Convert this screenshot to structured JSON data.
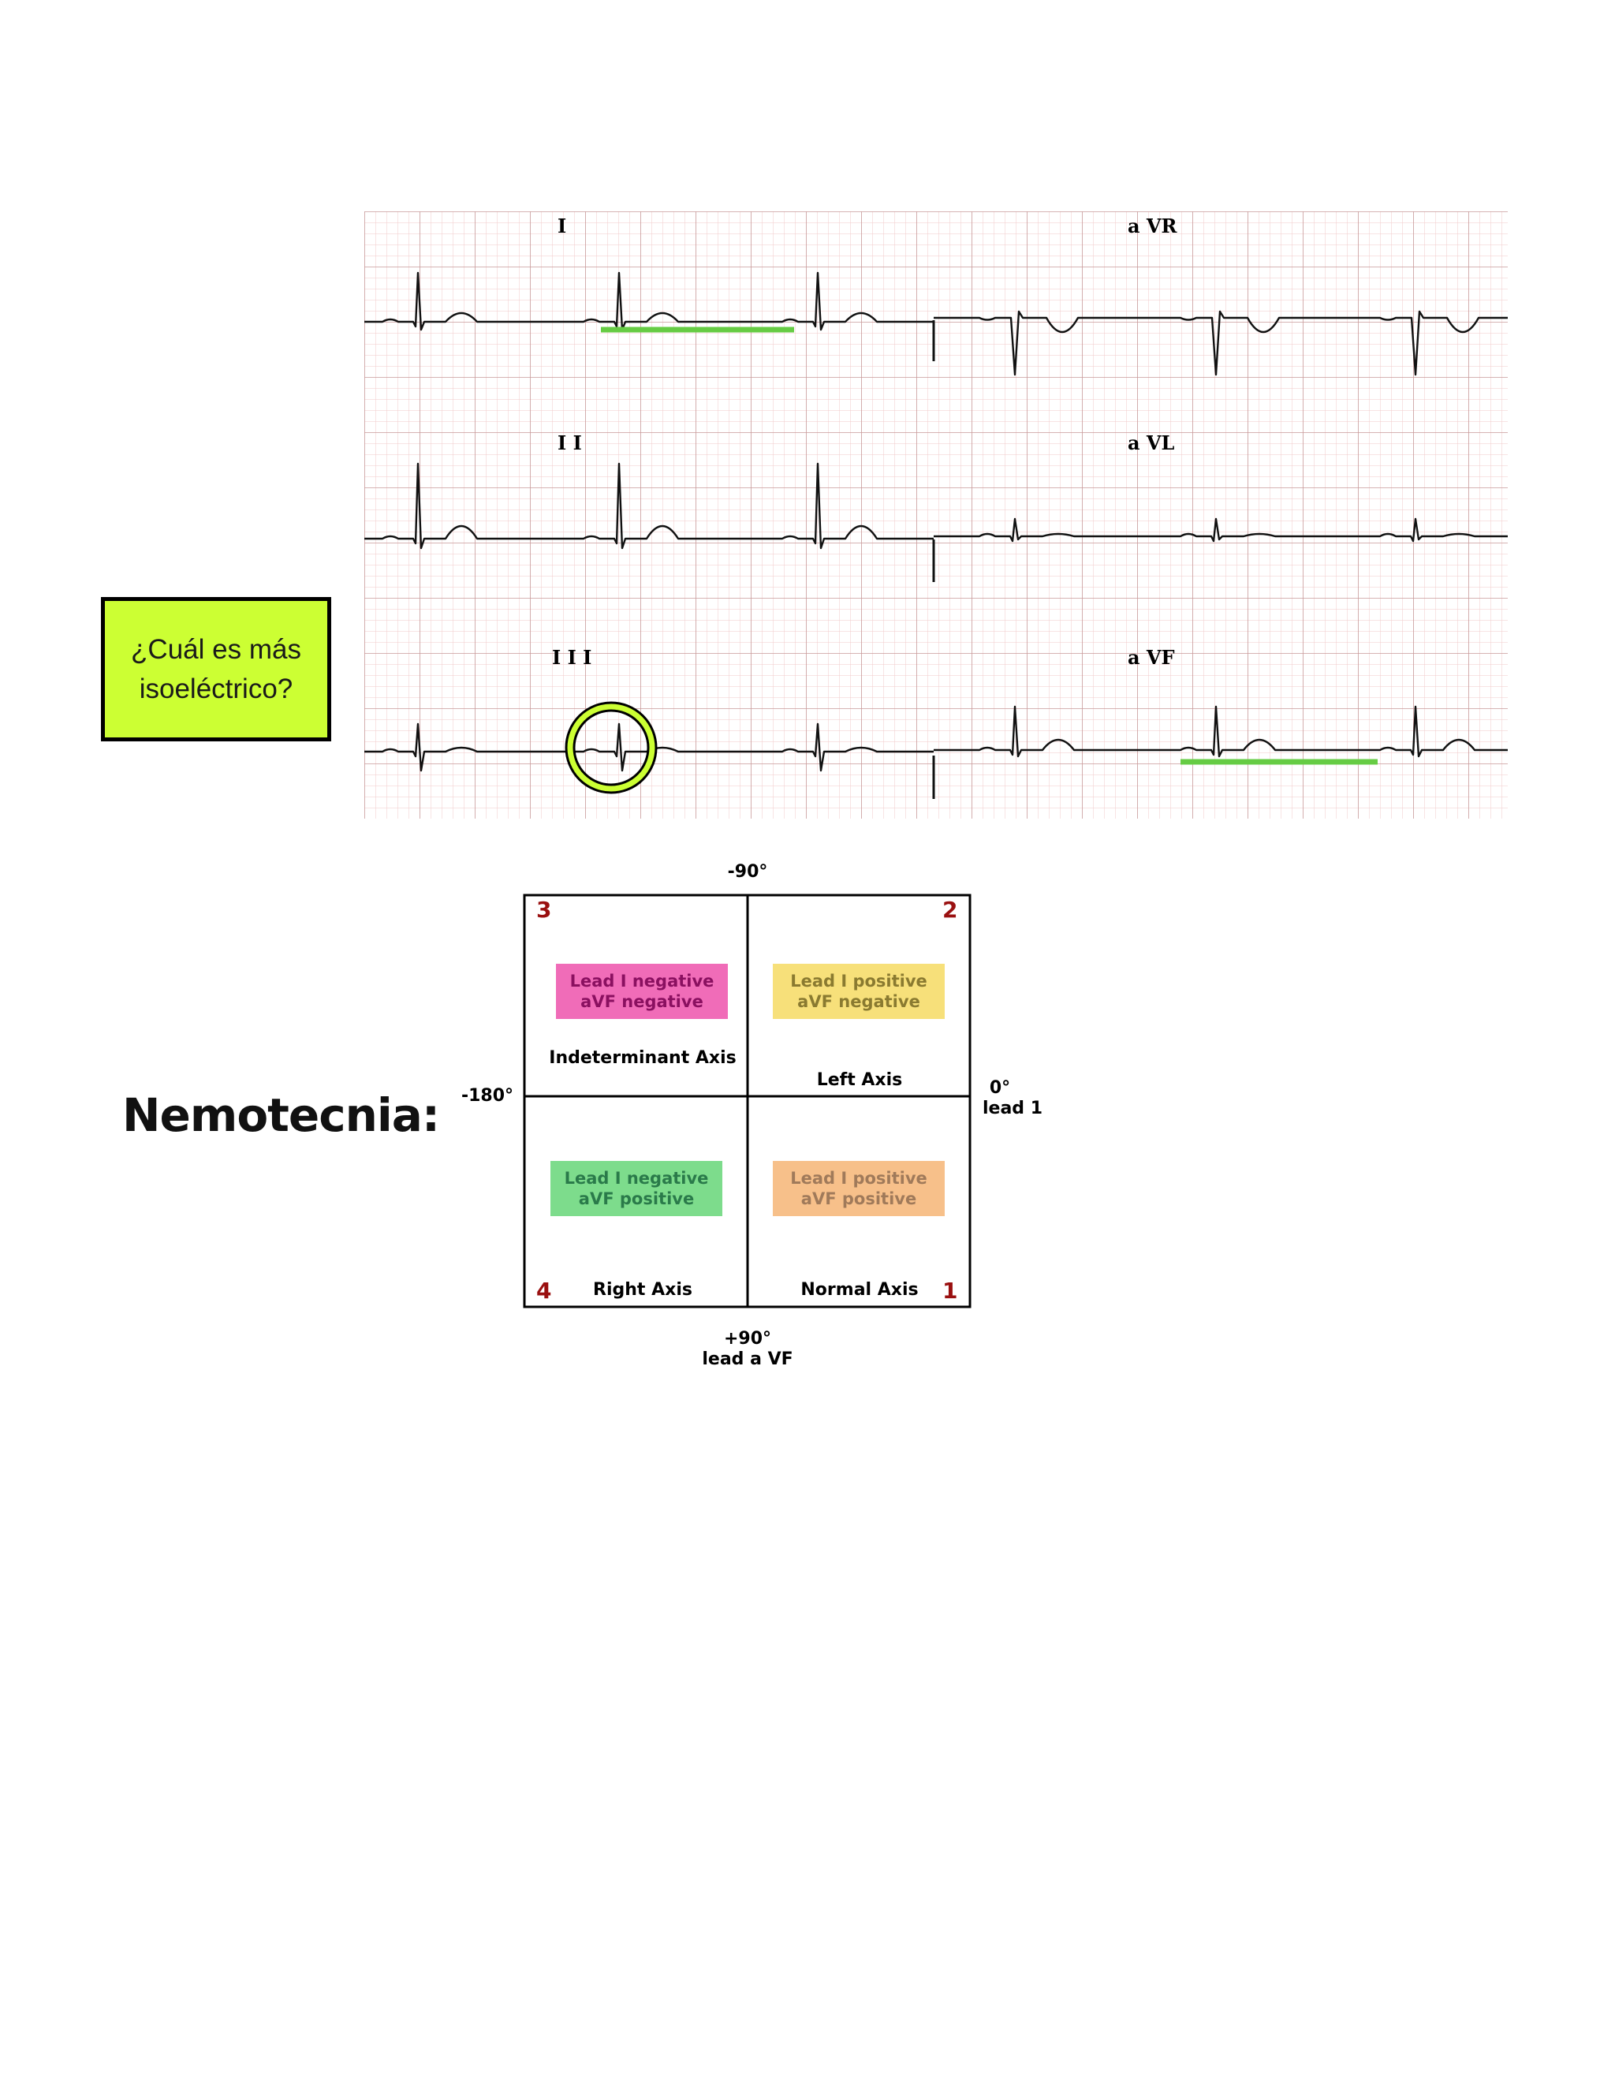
{
  "question_box": {
    "text": "¿Cuál es más isoeléctrico?"
  },
  "ecg": {
    "lead_labels": [
      "I",
      "I I",
      "I I I",
      "a VR",
      "a VL",
      "a VF"
    ]
  },
  "mnemonic": {
    "label": "Nemotecnia:"
  },
  "axis_diagram": {
    "top_angle": "-90°",
    "left_angle": "-180°",
    "right_angle": "0°",
    "right_lead": "lead 1",
    "bottom_angle": "+90°",
    "bottom_lead": "lead a VF",
    "quadrants": [
      {
        "number": "3",
        "line1": "Lead I negative",
        "line2": "aVF negative",
        "name": "Indeterminant Axis",
        "box_color": "#f06cb8",
        "text_color": "#8a1060"
      },
      {
        "number": "2",
        "line1": "Lead I positive",
        "line2": "aVF negative",
        "name": "Left Axis",
        "box_color": "#f7e07a",
        "text_color": "#8a7a30"
      },
      {
        "number": "4",
        "line1": "Lead I negative",
        "line2": "aVF positive",
        "name": "Right Axis",
        "box_color": "#7ddc8c",
        "text_color": "#2a7a4a"
      },
      {
        "number": "1",
        "line1": "Lead I positive",
        "line2": "aVF positive",
        "name": "Normal Axis",
        "box_color": "#f7c08a",
        "text_color": "#a07a5a"
      }
    ]
  },
  "colors": {
    "callout": "#ccff33",
    "highlight": "#66cc44",
    "grid_minor": "#f0c8c8",
    "grid_major": "#c89090"
  }
}
